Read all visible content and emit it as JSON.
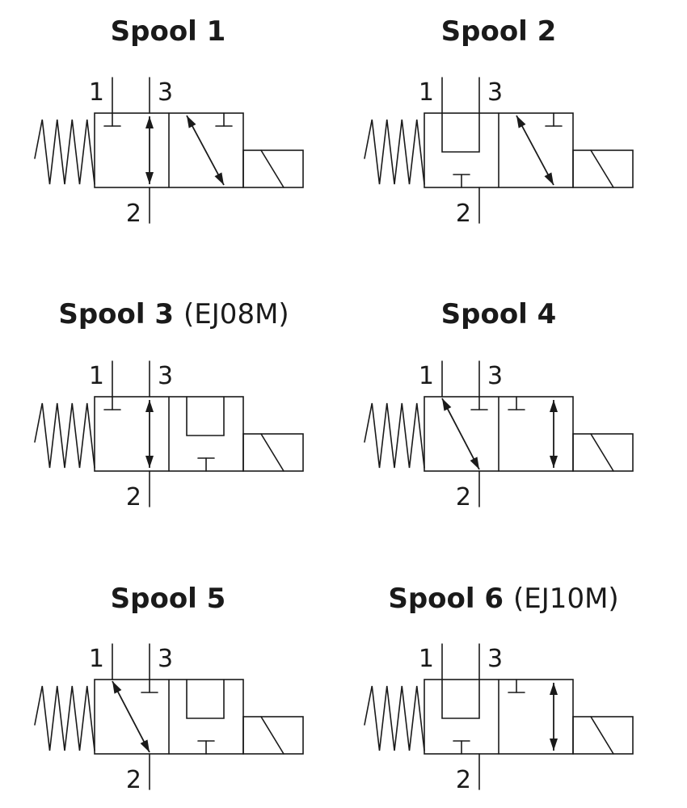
{
  "spools": [
    {
      "title": "Spool 1",
      "model": "",
      "port_labels": {
        "p1": "1",
        "p3": "3",
        "p2": "2"
      },
      "left": "straight_2_3_block_1",
      "right": "diag_3_2_block_1"
    },
    {
      "title": "Spool 2",
      "model": "",
      "port_labels": {
        "p1": "1",
        "p3": "3",
        "p2": "2"
      },
      "left": "u_1_3_block_2",
      "right": "diag_3_2_block_1"
    },
    {
      "title": "Spool 3",
      "model": "(EJ08M)",
      "port_labels": {
        "p1": "1",
        "p3": "3",
        "p2": "2"
      },
      "left": "straight_2_3_block_1",
      "right": "u_1_3_block_2"
    },
    {
      "title": "Spool 4",
      "model": "",
      "port_labels": {
        "p1": "1",
        "p3": "3",
        "p2": "2"
      },
      "left": "diag_1_2_block_3",
      "right": "straight_2_3_block_1"
    },
    {
      "title": "Spool 5",
      "model": "",
      "port_labels": {
        "p1": "1",
        "p3": "3",
        "p2": "2"
      },
      "left": "diag_1_2_block_3",
      "right": "u_1_3_block_2"
    },
    {
      "title": "Spool 6",
      "model": "(EJ10M)",
      "port_labels": {
        "p1": "1",
        "p3": "3",
        "p2": "2"
      },
      "left": "u_1_3_block_2",
      "right": "straight_2_3_block_1"
    }
  ]
}
